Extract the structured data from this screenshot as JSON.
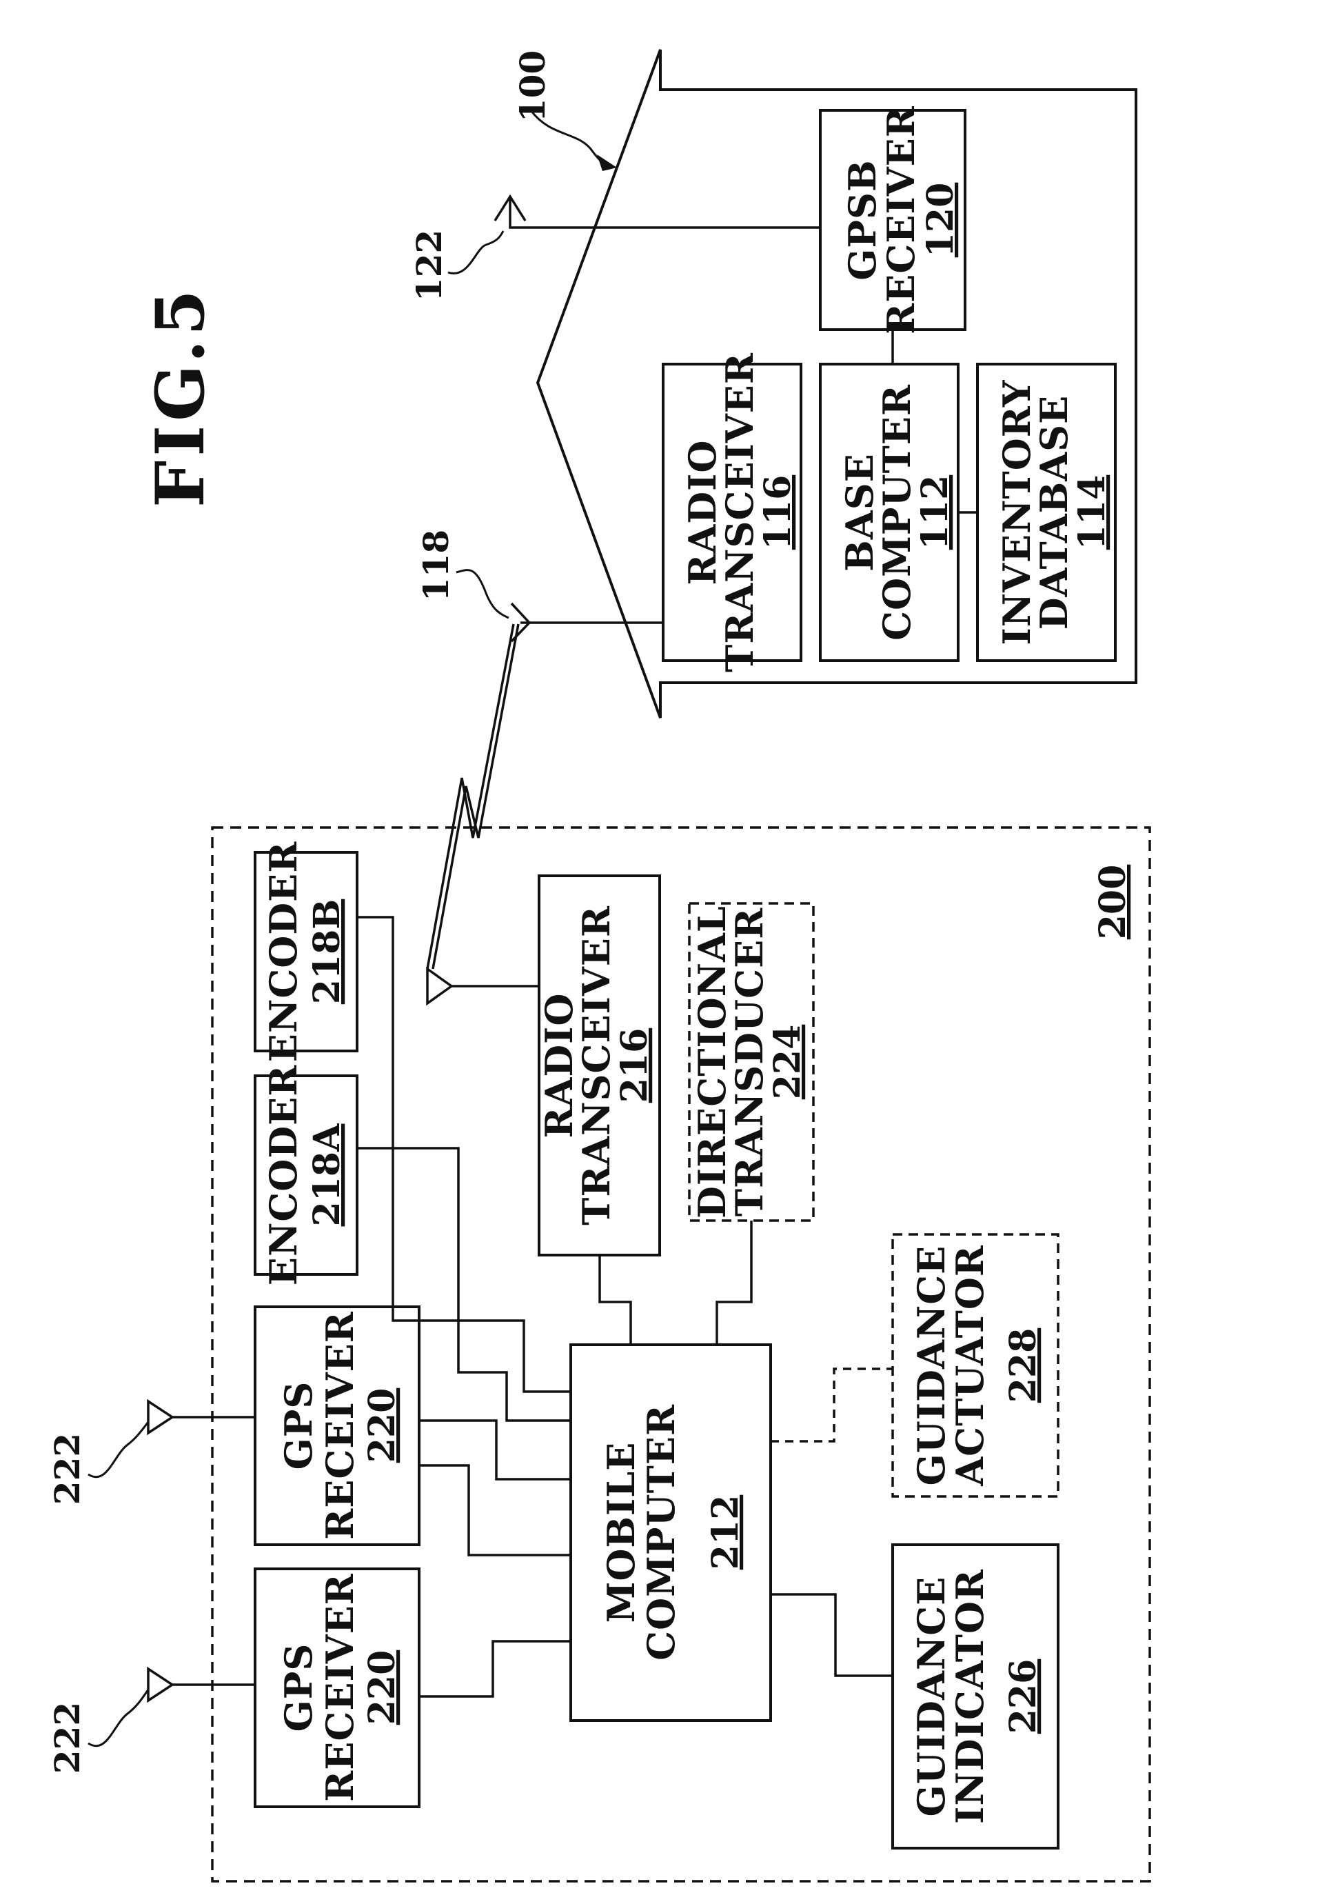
{
  "figure": {
    "title": "FIG.5"
  },
  "base_station": {
    "ref": "100",
    "gpsb_receiver": {
      "line1": "GPSB",
      "line2": "RECEIVER",
      "num": "120"
    },
    "radio_transceiver": {
      "line1": "RADIO",
      "line2": "TRANSCEIVER",
      "num": "116"
    },
    "base_computer": {
      "line1": "BASE",
      "line2": "COMPUTER",
      "num": "112"
    },
    "inventory_database": {
      "line1": "INVENTORY",
      "line2": "DATABASE",
      "num": "114"
    },
    "antenna_118": "118",
    "antenna_122": "122"
  },
  "mobile_unit": {
    "ref": "200",
    "encoder_b": {
      "line1": "ENCODER",
      "num": "218B"
    },
    "encoder_a": {
      "line1": "ENCODER",
      "num": "218A"
    },
    "gps_receiver_1": {
      "line1": "GPS",
      "line2": "RECEIVER",
      "num": "220"
    },
    "gps_receiver_2": {
      "line1": "GPS",
      "line2": "RECEIVER",
      "num": "220"
    },
    "radio_transceiver": {
      "line1": "RADIO",
      "line2": "TRANSCEIVER",
      "num": "216"
    },
    "directional_transducer": {
      "line1": "DIRECTIONAL",
      "line2": "TRANSDUCER",
      "num": "224"
    },
    "mobile_computer": {
      "line1": "MOBILE",
      "line2": "COMPUTER",
      "num": "212"
    },
    "guidance_actuator": {
      "line1": "GUIDANCE",
      "line2": "ACTUATOR",
      "num": "228"
    },
    "guidance_indicator": {
      "line1": "GUIDANCE",
      "line2": "INDICATOR",
      "num": "226"
    },
    "antenna_222_a": "222",
    "antenna_222_b": "222"
  }
}
